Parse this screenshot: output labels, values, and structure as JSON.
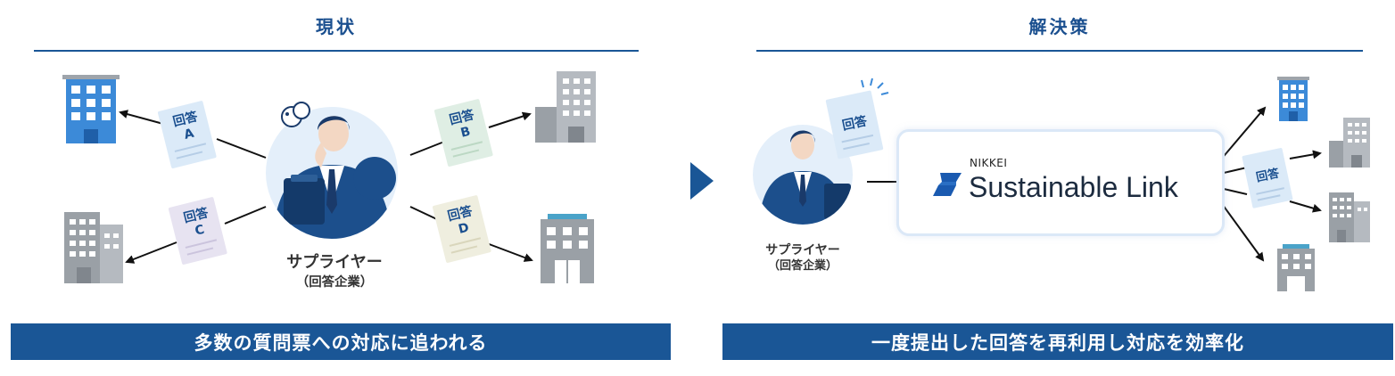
{
  "left": {
    "title": "現状",
    "supplier": {
      "name": "サプライヤー",
      "sub": "（回答企業）"
    },
    "docs": [
      {
        "line1": "回答",
        "line2": "A"
      },
      {
        "line1": "回答",
        "line2": "B"
      },
      {
        "line1": "回答",
        "line2": "C"
      },
      {
        "line1": "回答",
        "line2": "D"
      }
    ],
    "banner": "多数の質問票への対応に追われる"
  },
  "right": {
    "title": "解決策",
    "supplier": {
      "name": "サプライヤー",
      "sub": "（回答企業）"
    },
    "doc_top": "回答",
    "doc_right": "回答",
    "brand": {
      "small": "NIKKEI",
      "main": "Sustainable Link"
    },
    "banner": "一度提出した回答を再利用し対応を効率化"
  },
  "colors": {
    "navy": "#1a5696",
    "title": "#1a4f8f",
    "building_blue": "#3c8ad8",
    "building_gray": "#8a8f96",
    "doc_blue": "#dbeaf8",
    "doc_green": "#dfeee4",
    "doc_purple": "#e7e3f1",
    "doc_beige": "#efeedf"
  },
  "icons": [
    "building-icon",
    "document-icon",
    "businessman-icon",
    "speech-bubble-icon",
    "play-arrow-icon",
    "sustainable-link-logo-icon"
  ]
}
